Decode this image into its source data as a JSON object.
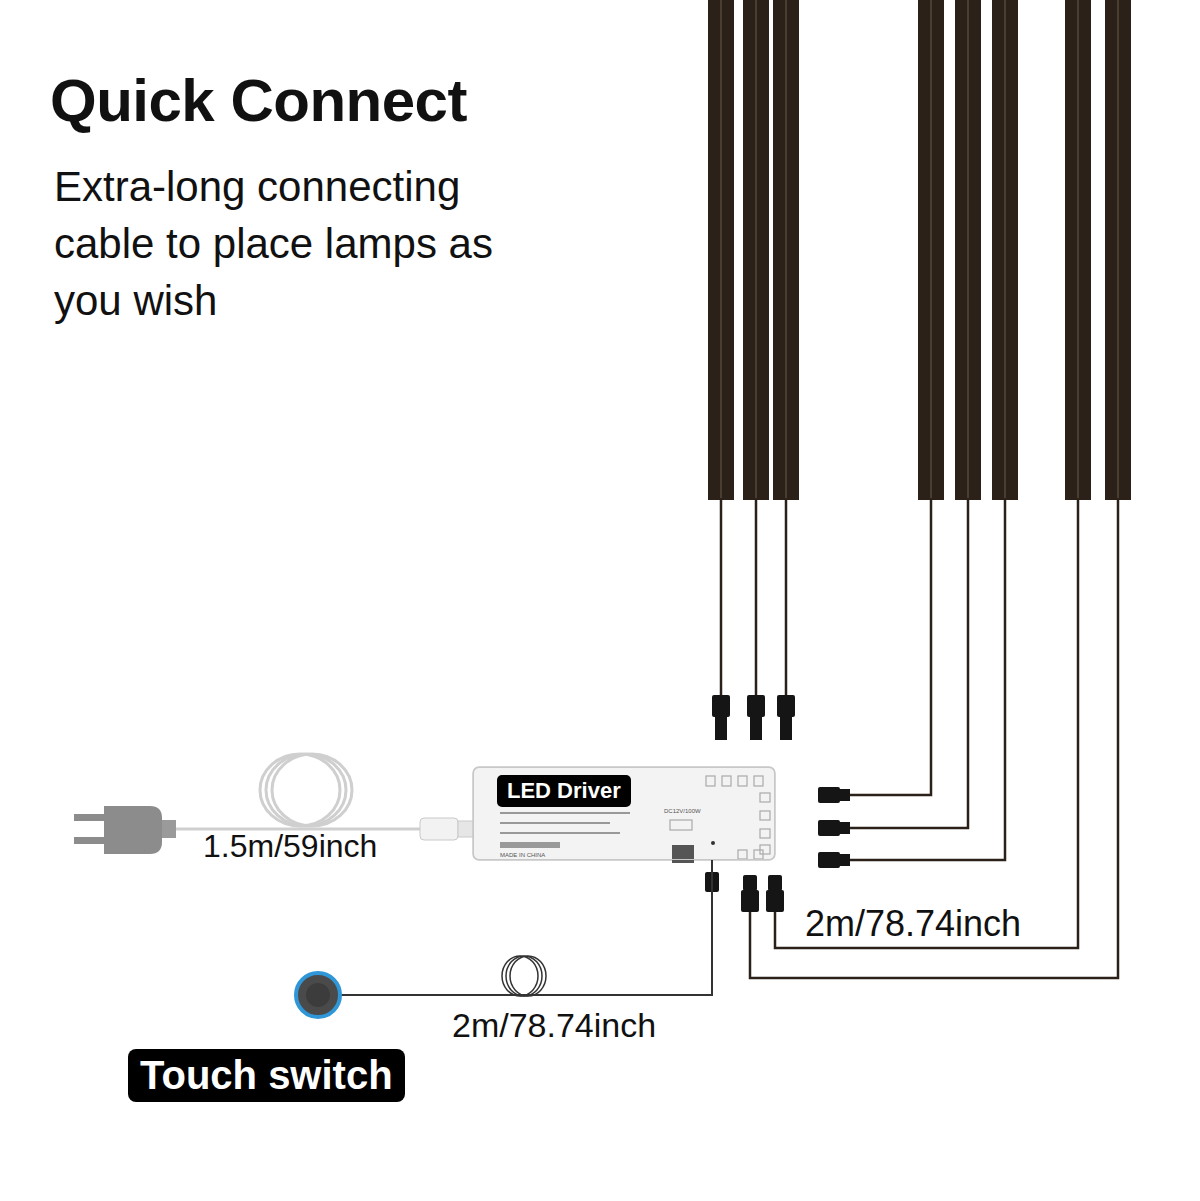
{
  "diagram": {
    "title": "Quick Connect",
    "nodes": [
      {
        "text": [
          "LED Driver"
        ]
      },
      {
        "text": [
          "Touch switch"
        ]
      }
    ],
    "edges": [
      {
        "from": 1,
        "to": 0,
        "arrow": "none",
        "label": "2m/78.74inch"
      }
    ],
    "labels": [
      "Extra-long connecting cable to place lamps as you wish",
      "1.5m/59inch",
      "2m/78.74inch",
      "DC12V/100W",
      "MADE IN CHINA"
    ]
  }
}
